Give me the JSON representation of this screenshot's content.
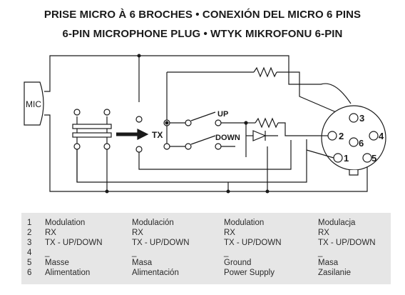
{
  "titles": {
    "line1": "PRISE MICRO À 6 BROCHES • CONEXIÓN DEL MICRO 6 PINS",
    "line2": "6-PIN MICROPHONE PLUG • WTYK MIKROFONU 6-PIN"
  },
  "diagram": {
    "mic_label": "MIC",
    "tx_label": "TX",
    "up_label": "UP",
    "down_label": "DOWN",
    "pins": [
      "1",
      "2",
      "3",
      "4",
      "5",
      "6"
    ]
  },
  "legend": {
    "rows": [
      {
        "num": "1",
        "fr": "Modulation",
        "es": "Modulación",
        "en": "Modulation",
        "pl": "Modulacja"
      },
      {
        "num": "2",
        "fr": "RX",
        "es": "RX",
        "en": "RX",
        "pl": "RX"
      },
      {
        "num": "3",
        "fr": "TX - UP/DOWN",
        "es": "TX - UP/DOWN",
        "en": "TX - UP/DOWN",
        "pl": "TX - UP/DOWN"
      },
      {
        "num": "4",
        "fr": "_",
        "es": "_",
        "en": "_",
        "pl": "_"
      },
      {
        "num": "5",
        "fr": "Masse",
        "es": "Masa",
        "en": "Ground",
        "pl": "Masa"
      },
      {
        "num": "6",
        "fr": "Alimentation",
        "es": "Alimentación",
        "en": "Power Supply",
        "pl": "Zasilanie"
      }
    ]
  }
}
